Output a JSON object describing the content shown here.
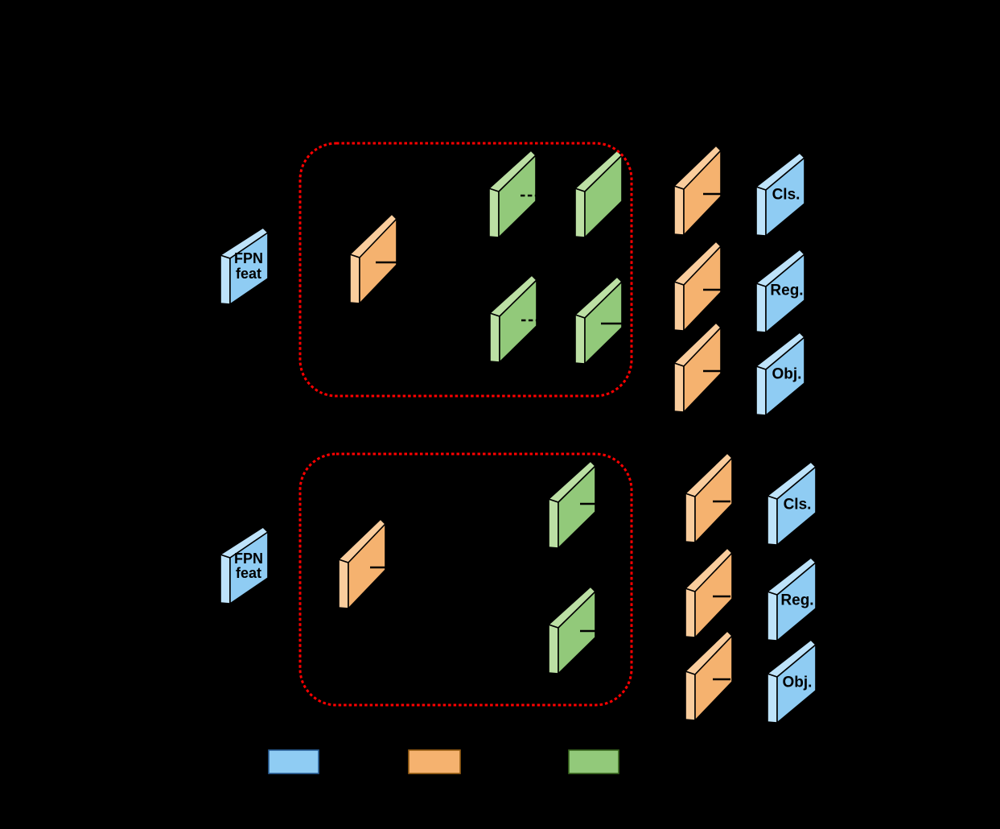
{
  "diagram": {
    "background": "#000000",
    "sections": [
      {
        "id": "top",
        "fpn": [
          "FPN",
          "feat"
        ],
        "outputs": [
          "Cls.",
          "Reg.",
          "Obj."
        ]
      },
      {
        "id": "bottom",
        "fpn": [
          "FPN",
          "feat"
        ],
        "outputs": [
          "Cls.",
          "Reg.",
          "Obj."
        ]
      }
    ],
    "colors": {
      "blue": "#8FCCF3",
      "blue_light": "#BEE3FA",
      "blue_border": "#2A6099",
      "orange": "#F5B26F",
      "orange_light": "#FACD9D",
      "orange_border": "#9A6014",
      "green": "#92C97A",
      "green_light": "#BCE0A4",
      "green_border": "#3A681F",
      "red_box": "#FF0000",
      "outline": "#000000",
      "label_text": "#000000"
    },
    "legend": {
      "swatches": [
        {
          "name": "blue-swatch",
          "color_key": "blue",
          "border_key": "blue_border"
        },
        {
          "name": "orange-swatch",
          "color_key": "orange",
          "border_key": "orange_border"
        },
        {
          "name": "green-swatch",
          "color_key": "green",
          "border_key": "green_border"
        }
      ]
    }
  }
}
